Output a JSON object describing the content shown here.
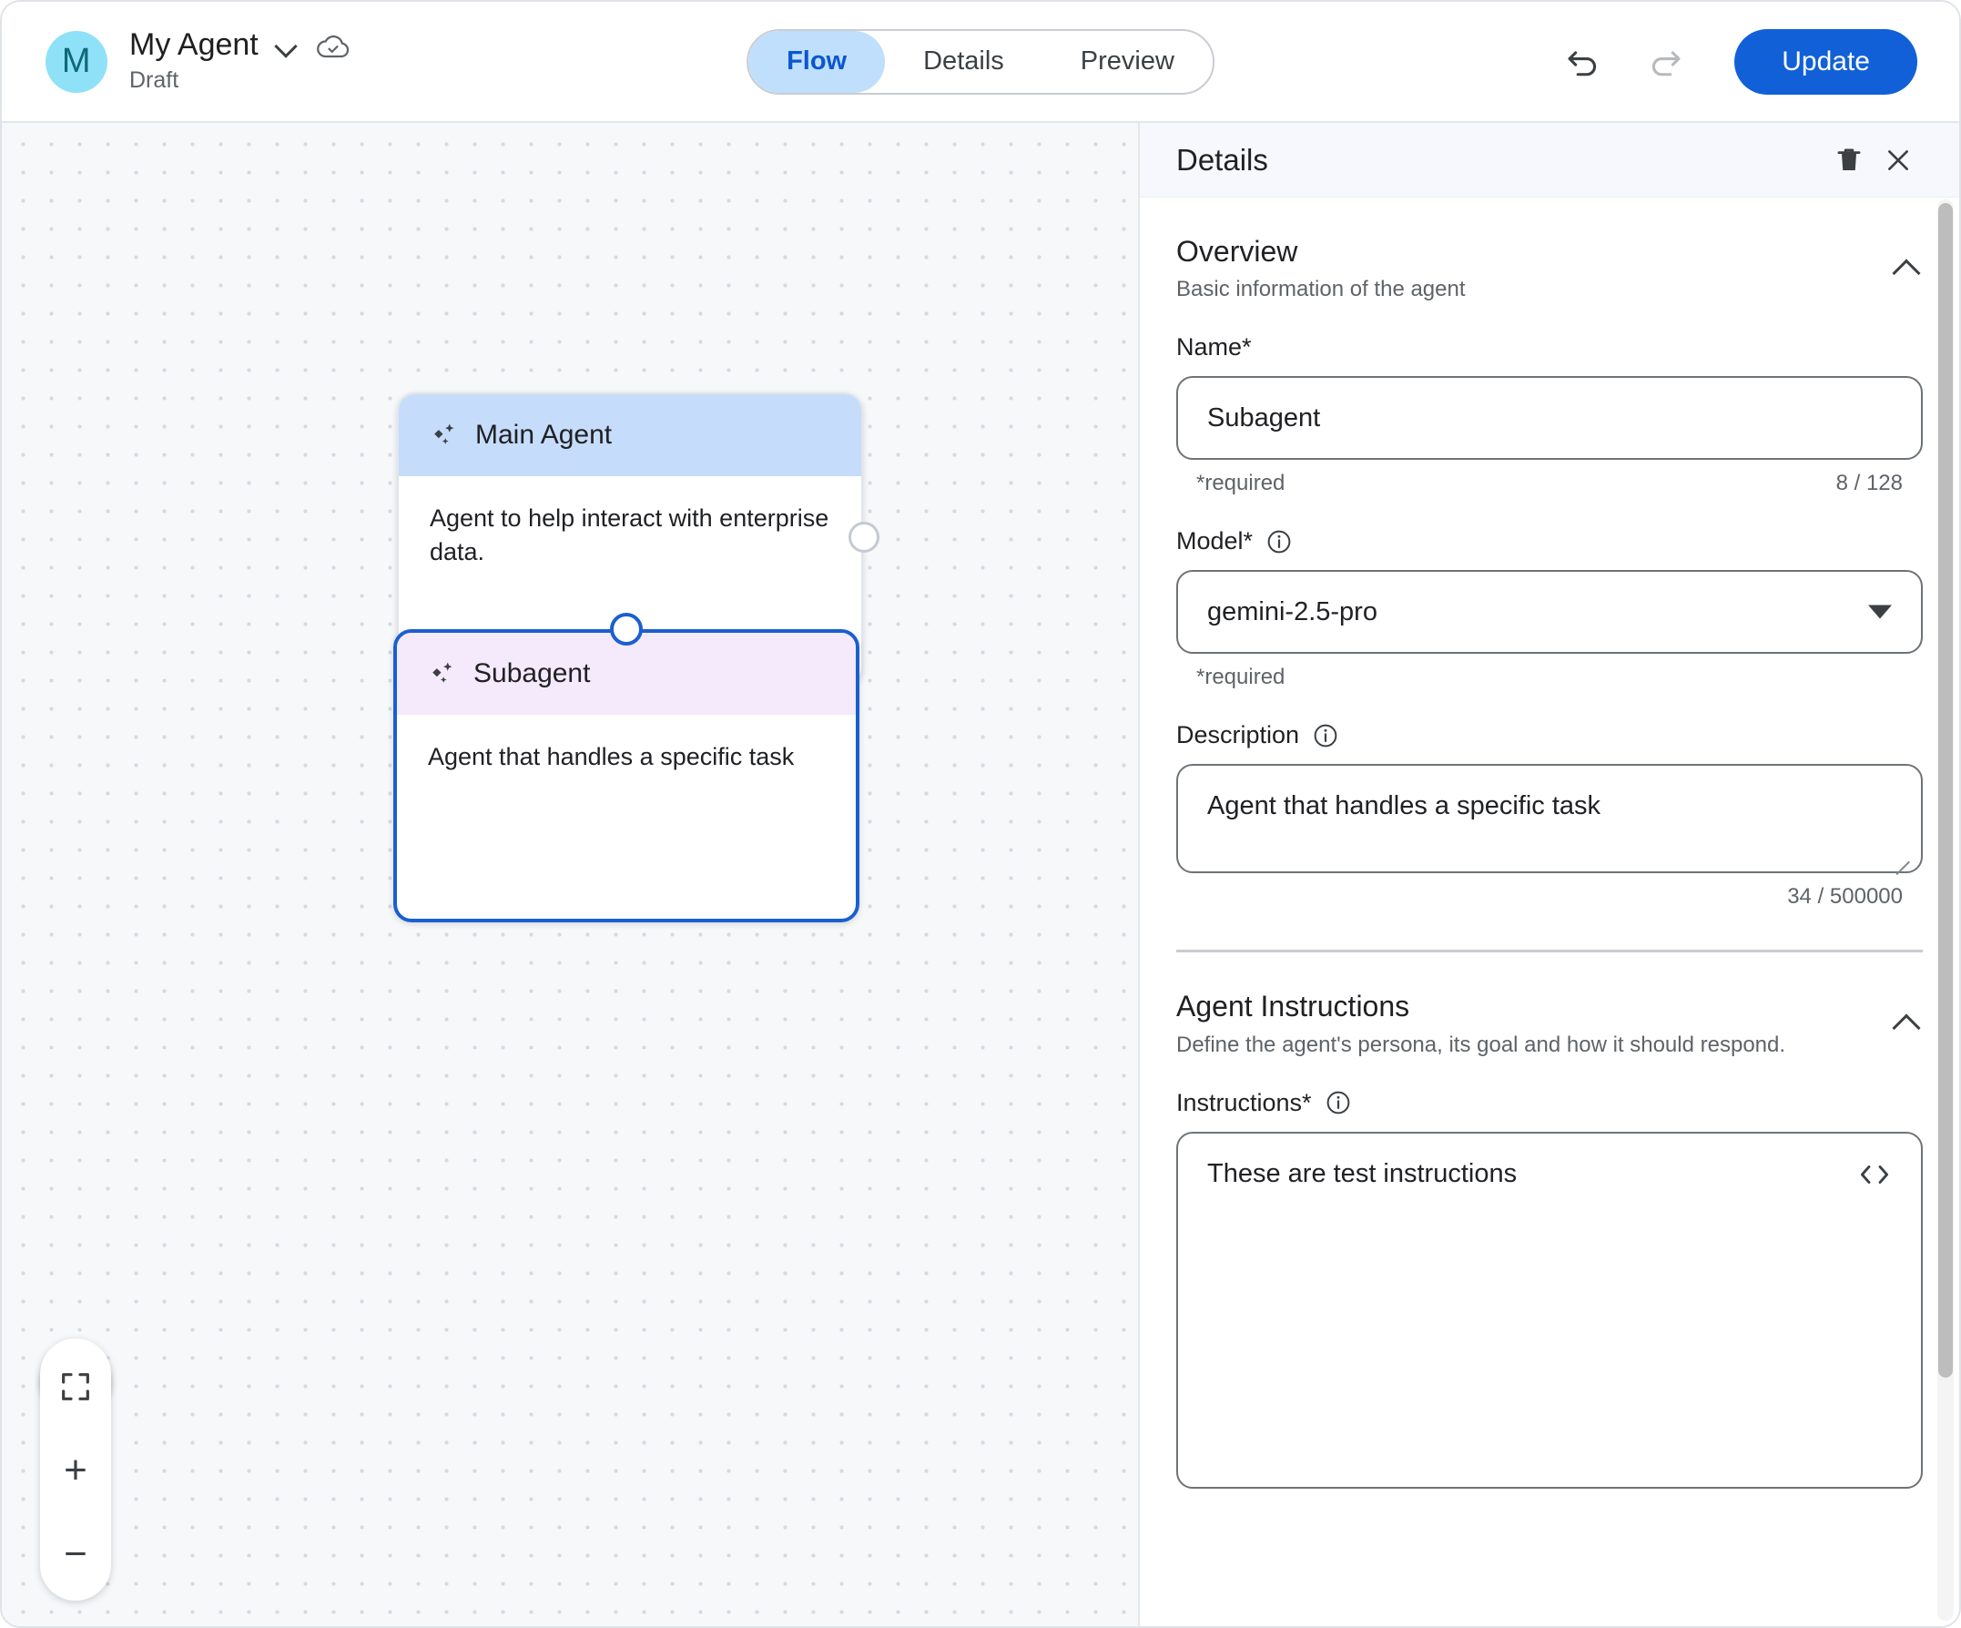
{
  "header": {
    "avatar_initial": "M",
    "agent_name": "My Agent",
    "status": "Draft",
    "chevron_icon": "chevron-down-icon",
    "cloud_icon": "cloud-saved-icon",
    "tabs": [
      {
        "label": "Flow",
        "active": true
      },
      {
        "label": "Details",
        "active": false
      },
      {
        "label": "Preview",
        "active": false
      }
    ],
    "undo_icon": "undo-icon",
    "redo_icon": "redo-icon",
    "undo_enabled": true,
    "redo_enabled": false,
    "update_label": "Update",
    "accent_color": "#1160d8"
  },
  "canvas": {
    "nodes": [
      {
        "title": "Main Agent",
        "description": "Agent to help interact with enterprise data.",
        "header_color": "#c6dcfb",
        "selected": false,
        "icon": "sparkle-icon"
      },
      {
        "title": "Subagent",
        "description": "Agent that handles a specific task",
        "header_color": "#f5eafb",
        "selected": true,
        "icon": "sparkle-icon"
      }
    ],
    "controls": {
      "assist_icon": "chat-sparkle-icon",
      "fit_icon": "fit-to-screen-icon",
      "zoom_in_label": "+",
      "zoom_out_label": "−"
    }
  },
  "panel": {
    "title": "Details",
    "delete_icon": "trash-icon",
    "close_icon": "close-icon",
    "overview": {
      "title": "Overview",
      "subtitle": "Basic information of the agent",
      "collapse_icon": "chevron-up-icon",
      "name": {
        "label": "Name*",
        "value": "Subagent",
        "helper": "*required",
        "counter": "8 / 128"
      },
      "model": {
        "label": "Model*",
        "info_icon": "info-icon",
        "value": "gemini-2.5-pro",
        "helper": "*required",
        "dropdown_icon": "dropdown-arrow-icon"
      },
      "description": {
        "label": "Description",
        "info_icon": "info-icon",
        "value": "Agent that handles a specific task",
        "counter": "34 / 500000"
      }
    },
    "instructions_section": {
      "title": "Agent Instructions",
      "subtitle": "Define the agent's persona, its goal and how it should respond.",
      "collapse_icon": "chevron-up-icon",
      "instructions": {
        "label": "Instructions*",
        "info_icon": "info-icon",
        "value": "These are test instructions",
        "code_icon": "code-view-icon"
      }
    }
  }
}
